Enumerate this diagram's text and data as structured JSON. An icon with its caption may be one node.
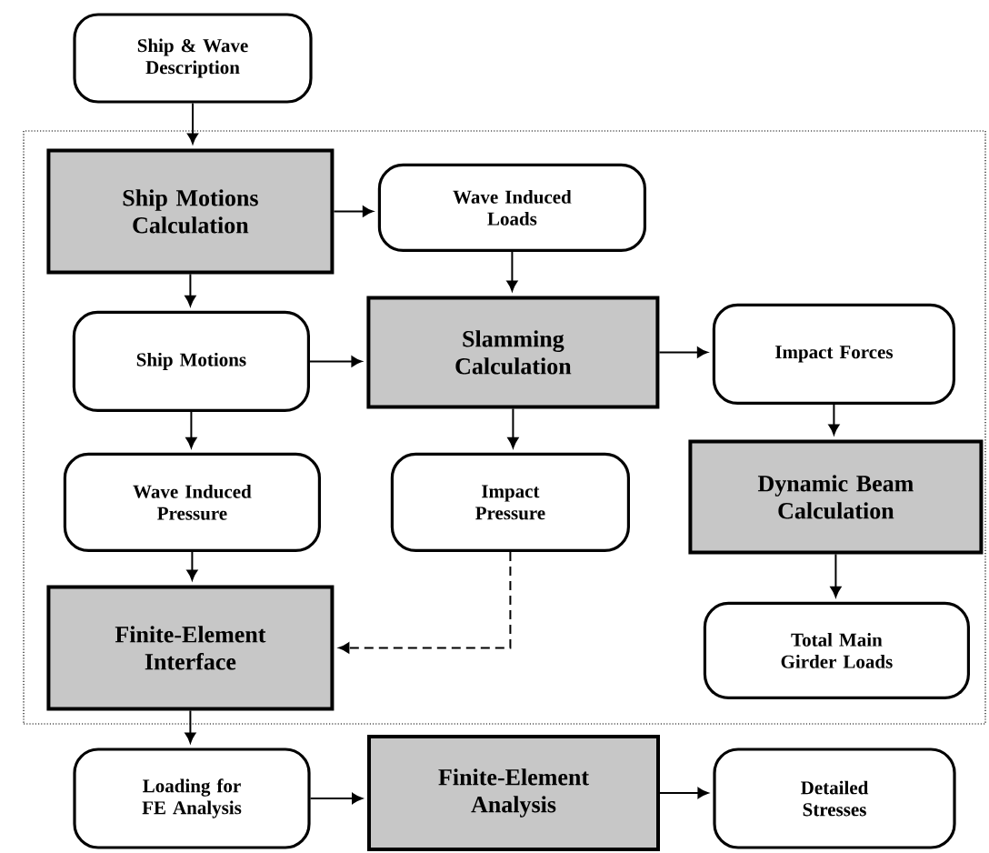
{
  "diagram": {
    "nodes": [
      {
        "text": [
          "Ship & Wave Description"
        ]
      },
      {
        "text": [],
        "shape": "box"
      },
      {
        "text": [
          "Ship Motions Calculation"
        ],
        "in": 1
      },
      {
        "text": [
          "Wave Induced Loads"
        ],
        "in": 1
      },
      {
        "text": [
          "Ship Motions"
        ],
        "in": 1
      },
      {
        "text": [
          "Slamming Calculation"
        ],
        "in": 1
      },
      {
        "text": [
          "Impact Forces"
        ],
        "in": 1
      },
      {
        "text": [
          "Wave Induced Pressure"
        ],
        "in": 1
      },
      {
        "text": [
          "Impact Pressure"
        ],
        "in": 1
      },
      {
        "text": [
          "Dynamic Beam Calculation"
        ],
        "in": 1
      },
      {
        "text": [
          "Finite-Element Interface"
        ],
        "in": 1
      },
      {
        "text": [
          "Total Main Girder Loads"
        ],
        "in": 1
      },
      {
        "text": [
          "Loading for FE Analysis"
        ]
      },
      {
        "text": [
          "Finite-Element Analysis"
        ]
      },
      {
        "text": [
          "Detailed Stresses"
        ]
      }
    ],
    "edges": [
      {
        "from": 0,
        "to": 2,
        "arrow": "to"
      },
      {
        "from": 2,
        "to": 3,
        "arrow": "to"
      },
      {
        "from": 2,
        "to": 4,
        "arrow": "to"
      },
      {
        "from": 3,
        "to": 5,
        "arrow": "to"
      },
      {
        "from": 4,
        "to": 5,
        "arrow": "to"
      },
      {
        "from": 5,
        "to": 6,
        "arrow": "to"
      },
      {
        "from": 4,
        "to": 7,
        "arrow": "to"
      },
      {
        "from": 5,
        "to": 8,
        "arrow": "to"
      },
      {
        "from": 6,
        "to": 9,
        "arrow": "to"
      },
      {
        "from": 7,
        "to": 10,
        "arrow": "to"
      },
      {
        "from": 8,
        "to": 10,
        "arrow": "to",
        "style": "dashed"
      },
      {
        "from": 9,
        "to": 11,
        "arrow": "to"
      },
      {
        "from": 10,
        "to": 12,
        "arrow": "to"
      },
      {
        "from": 12,
        "to": 13,
        "arrow": "to"
      },
      {
        "from": 13,
        "to": 14,
        "arrow": "to"
      }
    ]
  }
}
